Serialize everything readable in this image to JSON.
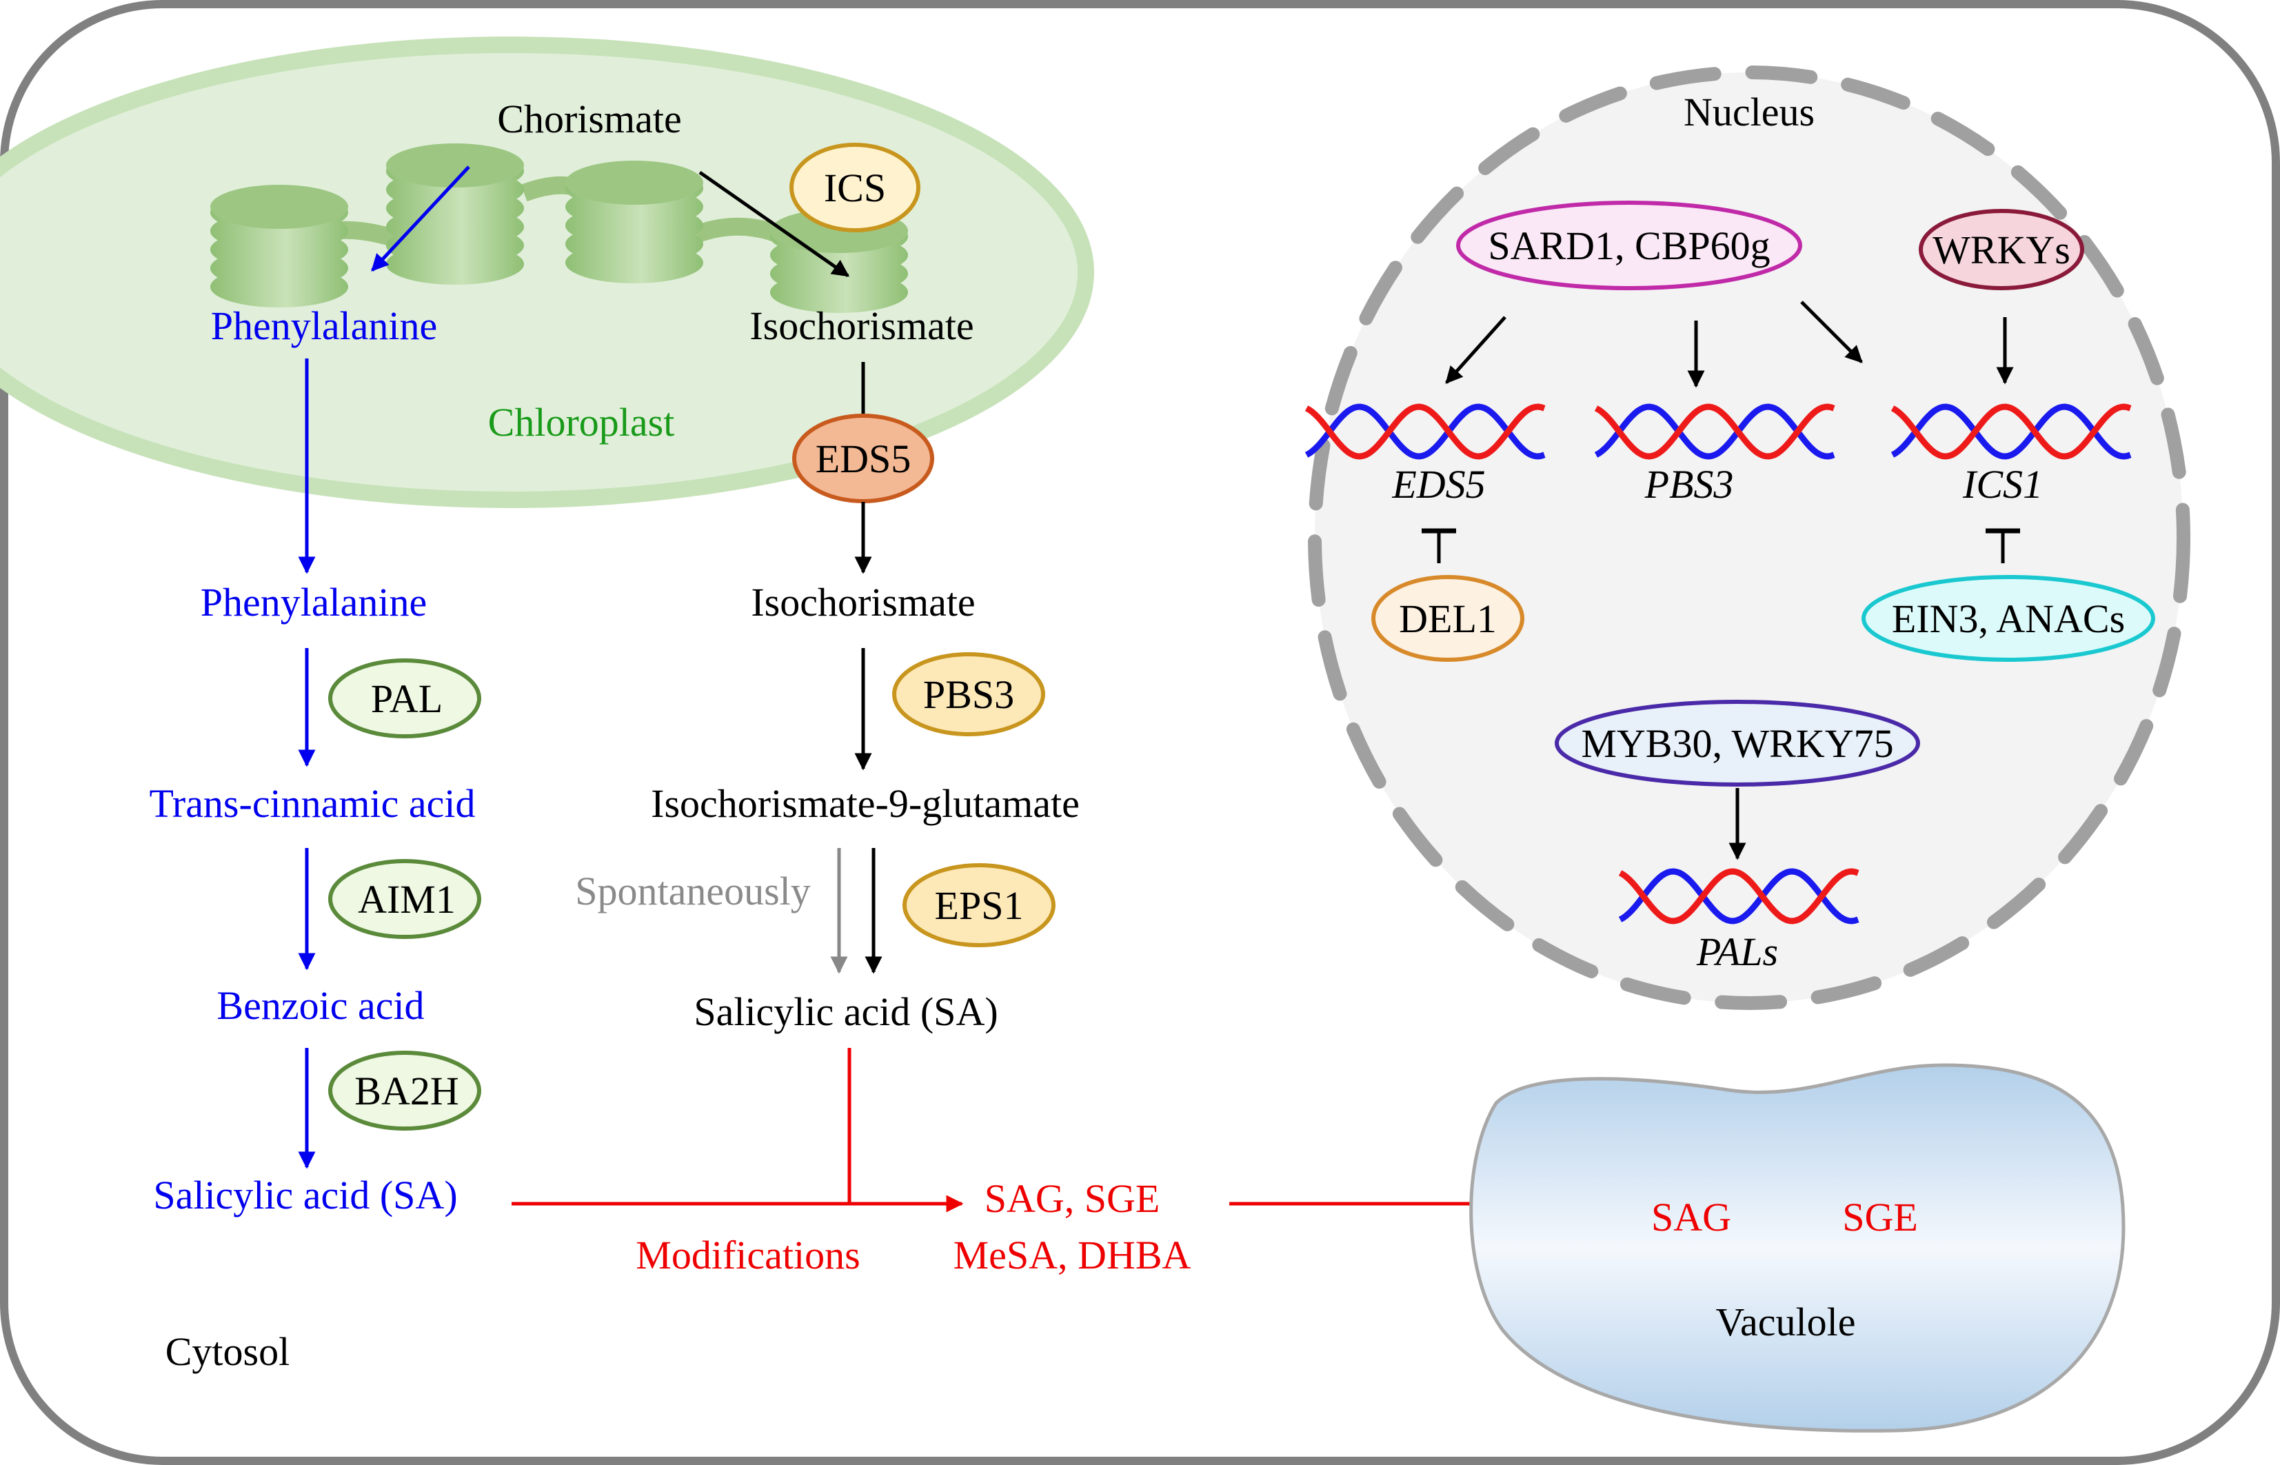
{
  "compartments": {
    "cytosol": "Cytosol",
    "chloroplast": "Chloroplast",
    "nucleus": "Nucleus",
    "vacuole": "Vaculole"
  },
  "chloroplast": {
    "chorismate": "Chorismate",
    "phenylalanine": "Phenylalanine",
    "isochorismate": "Isochorismate",
    "ics": "ICS",
    "eds5": "EDS5"
  },
  "pal_pathway": {
    "color": "#0000ee",
    "metabolites": [
      "Phenylalanine",
      "Trans-cinnamic acid",
      "Benzoic acid",
      "Salicylic acid (SA)"
    ],
    "enzymes": [
      "PAL",
      "AIM1",
      "BA2H"
    ]
  },
  "ics_pathway": {
    "metabolites": [
      "Isochorismate",
      "Isochorismate-9-glutamate",
      "Salicylic acid (SA)"
    ],
    "enzymes": [
      "PBS3",
      "EPS1"
    ],
    "spontaneous_label": "Spontaneously"
  },
  "modifications": {
    "color": "#ee0000",
    "label": "Modifications",
    "products_line1": "SAG, SGE",
    "products_line2": "MeSA, DHBA",
    "vacuole_products": [
      "SAG",
      "SGE"
    ]
  },
  "nucleus": {
    "regulators": {
      "sard1": "SARD1, CBP60g",
      "wrkys": "WRKYs",
      "del1": "DEL1",
      "ein3": "EIN3, ANACs",
      "myb30": "MYB30, WRKY75"
    },
    "genes": [
      "EDS5",
      "PBS3",
      "ICS1",
      "PALs"
    ]
  }
}
